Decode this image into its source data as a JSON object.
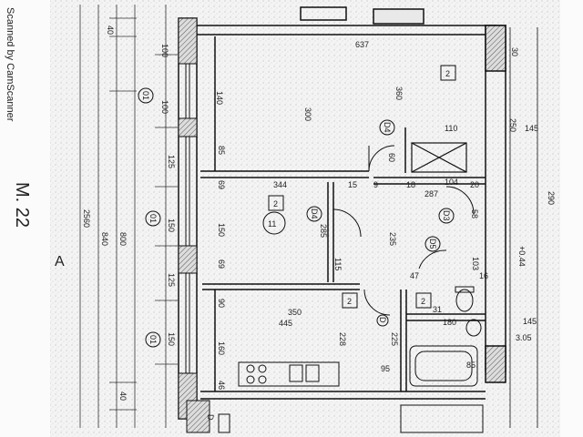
{
  "watermark": "Scanned by CamScanner",
  "handwritten_title": "M. 22",
  "section_mark": "A",
  "axis_markers": [
    "01",
    "01",
    "01"
  ],
  "room_tags": [
    "2",
    "2",
    "2",
    "2"
  ],
  "room_circle": "11",
  "door_tags": [
    "D4",
    "D4",
    "D3",
    "D5",
    "D",
    "D"
  ],
  "elevation_mark": "+0.44",
  "dimensions": {
    "total_length": "2560",
    "left_sub": "840",
    "left_sub2": "800",
    "top_a": "40",
    "top_b": "100",
    "bottom_b": "40",
    "wall_segs": [
      "125",
      "125",
      "150",
      "150",
      "140",
      "100"
    ],
    "window_a": "150",
    "window_b": "69",
    "window_c": "69",
    "window_d": "160",
    "inner_a": "85",
    "inner_b": "90",
    "inner_c": "46",
    "room_top_width": "637",
    "room_top_depth": "360",
    "room_mid_depth": "300",
    "room_center_depth": "285",
    "room_middle_width": "344",
    "kitchen_width": "350",
    "kitchen_total": "445",
    "kitchen_depth": "228",
    "corridor_width": "287",
    "corridor_depth": "235",
    "closet_width": "110",
    "closet_depth": "60",
    "closet_b": "104",
    "bath_width": "180",
    "bath_depth": "225",
    "bath_small": "95",
    "wc_width": "31",
    "wc_depth": "103",
    "door_a": "115",
    "door_b": "58",
    "door_c": "85",
    "right_a": "145",
    "right_b": "250",
    "right_c": "145",
    "right_d": "30",
    "right_e": "290",
    "right_f": "3.05",
    "gap_a": "15",
    "gap_b": "9",
    "gap_c": "18",
    "gap_d": "20",
    "gap_e": "47",
    "gap_f": "16"
  }
}
